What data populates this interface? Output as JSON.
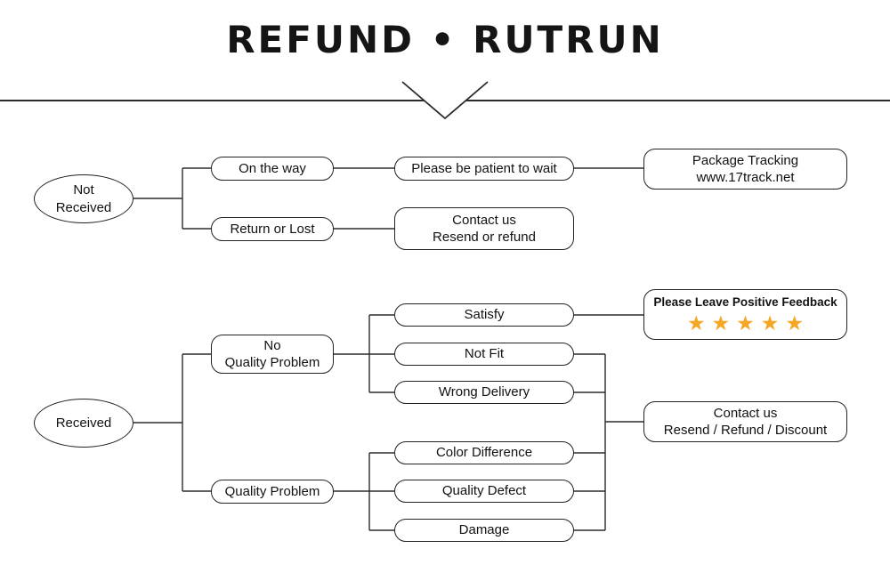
{
  "title": "REFUND • RUTRUN",
  "top_branch": {
    "root": {
      "line1": "Not",
      "line2": "Received"
    },
    "on_the_way": "On the way",
    "be_patient": "Please be patient to wait",
    "package_tracking": {
      "line1": "Package Tracking",
      "line2": "www.17track.net"
    },
    "return_or_lost": "Return or Lost",
    "contact_us": {
      "line1": "Contact us",
      "line2": "Resend or refund"
    }
  },
  "bottom_branch": {
    "root": "Received",
    "no_quality_problem": {
      "line1": "No",
      "line2": "Quality Problem"
    },
    "satisfy": "Satisfy",
    "feedback": {
      "label": "Please Leave Positive Feedback",
      "stars": "★★★★★",
      "star_color": "#F5A623"
    },
    "not_fit": "Not Fit",
    "wrong_delivery": "Wrong Delivery",
    "quality_problem": "Quality Problem",
    "color_difference": "Color Difference",
    "quality_defect": "Quality Defect",
    "damage": "Damage",
    "contact_us": {
      "line1": "Contact us",
      "line2": "Resend / Refund / Discount"
    }
  }
}
